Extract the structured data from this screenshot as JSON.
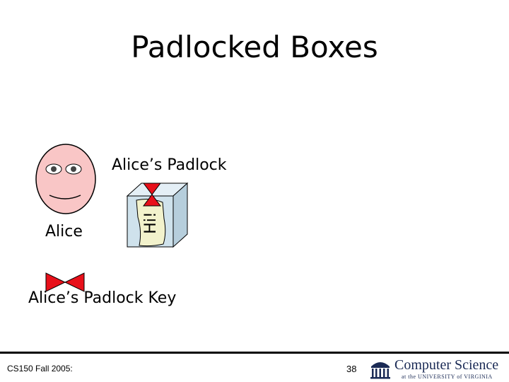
{
  "slide": {
    "title": "Padlocked Boxes",
    "alice_label": "Alice",
    "padlock_label": "Alice’s Padlock",
    "key_label": "Alice’s Padlock Key",
    "message_text": "Hi!"
  },
  "footer": {
    "course": "CS150 Fall 2005:",
    "page_number": "38",
    "logo_title": "Computer Science",
    "logo_subtitle": "at the UNIVERSITY of VIRGINIA"
  },
  "colors": {
    "face_fill": "#f9c6c6",
    "box_fill": "#cfe2ec",
    "note_fill": "#f2f2cc",
    "padlock_red": "#e8101a",
    "logo_navy": "#1a2a55"
  }
}
